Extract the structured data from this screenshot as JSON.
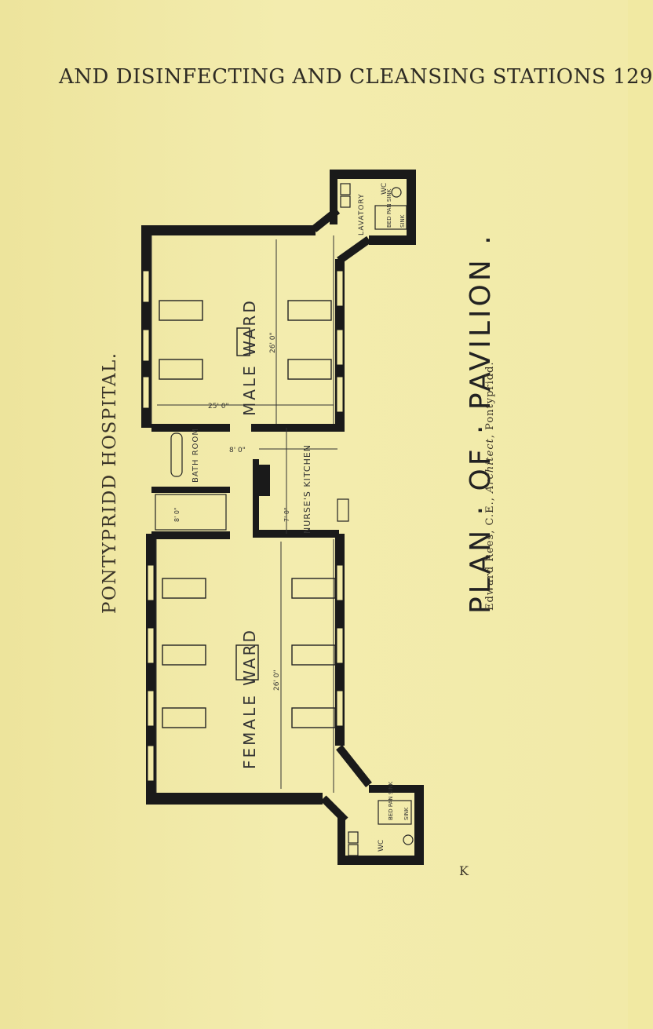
{
  "header": {
    "running_head": "AND DISINFECTING AND CLEANSING STATIONS 129"
  },
  "side_title": "PONTYPRIDD HOSPITAL.",
  "plan": {
    "caption": "PLAN · OF · PAVILION .",
    "architect_name": "Edward Rees, C.E., ",
    "architect_role": "Architect",
    "architect_place": ", Pontypridd.",
    "rooms": {
      "male_ward": "MALE WARD",
      "female_ward": "FEMALE WARD",
      "nurses_kitchen": "NURSE'S KITCHEN",
      "bath_room": "BATH ROOM",
      "lavatory": "LAVATORY",
      "wc": "WC",
      "bed_pan_sink": "BED PAN SINK",
      "sink": "SINK"
    },
    "dimensions": {
      "ward_length": "26' 0\"",
      "ward_width": "25' 0\"",
      "bath_width": "8' 0\"",
      "kitchen_width": "7' 0\"",
      "passage_width": "8' 0\""
    }
  },
  "signature": "K"
}
